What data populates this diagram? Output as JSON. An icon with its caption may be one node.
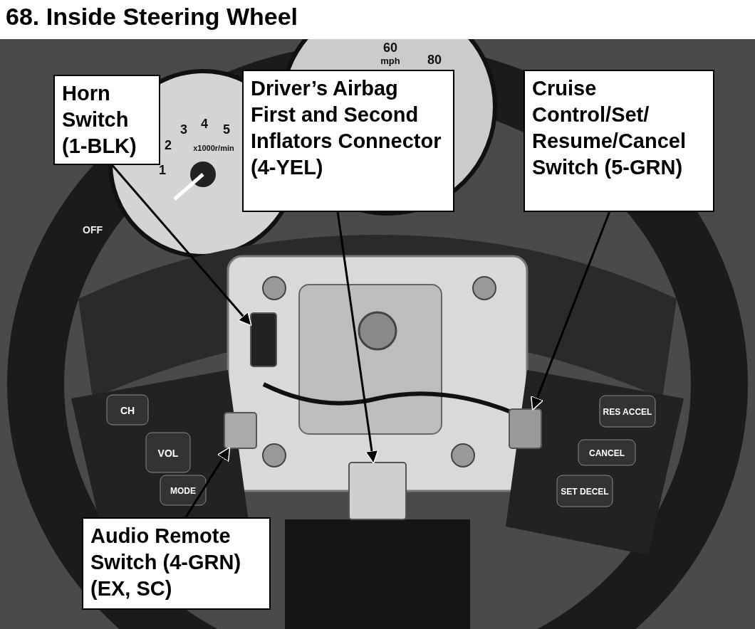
{
  "diagram": {
    "title": "68. Inside Steering Wheel",
    "nodes": [
      {
        "text": [
          "Horn Switch (1-BLK)"
        ]
      },
      {
        "text": [
          "Driver’s Airbag First and Second Inflators Connector (4-YEL)"
        ]
      },
      {
        "text": [
          "Cruise Control/Set/ Resume/Cancel Switch (5-GRN)"
        ]
      },
      {
        "text": [
          "Audio Remote Switch (4-GRN) (EX, SC)"
        ]
      },
      {
        "text": [],
        "shape": "box"
      },
      {
        "text": [],
        "shape": "box"
      },
      {
        "text": [],
        "shape": "box"
      },
      {
        "text": [],
        "shape": "box"
      }
    ],
    "edges": [
      {
        "from": 0,
        "to": 4,
        "arrow": "to"
      },
      {
        "from": 1,
        "to": 5,
        "arrow": "to"
      },
      {
        "from": 2,
        "to": 6,
        "arrow": "to"
      },
      {
        "from": 3,
        "to": 7,
        "arrow": "to"
      }
    ],
    "labels": [
      "60",
      "mph",
      "80",
      "2",
      "3",
      "4",
      "5",
      "1",
      "x1000r/min",
      "OFF",
      "CH",
      "VOL",
      "MODE",
      "RES ACCEL",
      "CANCEL",
      "SET DECEL"
    ]
  }
}
